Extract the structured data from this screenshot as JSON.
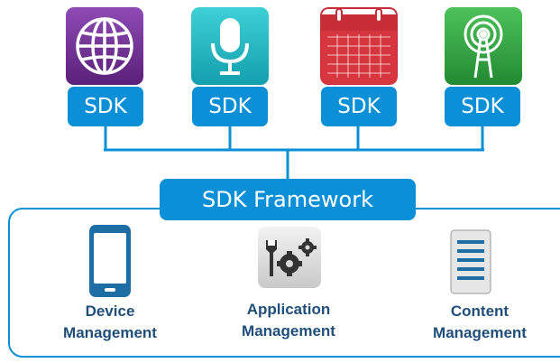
{
  "sdk_badges": [
    "SDK",
    "SDK",
    "SDK",
    "SDK"
  ],
  "app_icons": [
    {
      "name": "globe-icon",
      "color": "#6b2f8e"
    },
    {
      "name": "microphone-icon",
      "color": "#25b8c4"
    },
    {
      "name": "calendar-icon",
      "color": "#c62d36"
    },
    {
      "name": "antenna-icon",
      "color": "#2fa144"
    }
  ],
  "framework": {
    "label": "SDK Framework",
    "color": "#0b8fd6"
  },
  "management": [
    {
      "line1": "Device",
      "line2": "Management",
      "icon": "smartphone-icon"
    },
    {
      "line1": "Application",
      "line2": "Management",
      "icon": "tools-gears-icon"
    },
    {
      "line1": "Content",
      "line2": "Management",
      "icon": "document-icon"
    }
  ],
  "colors": {
    "accent": "#0b8fd6",
    "label_text": "#1f4e79"
  }
}
